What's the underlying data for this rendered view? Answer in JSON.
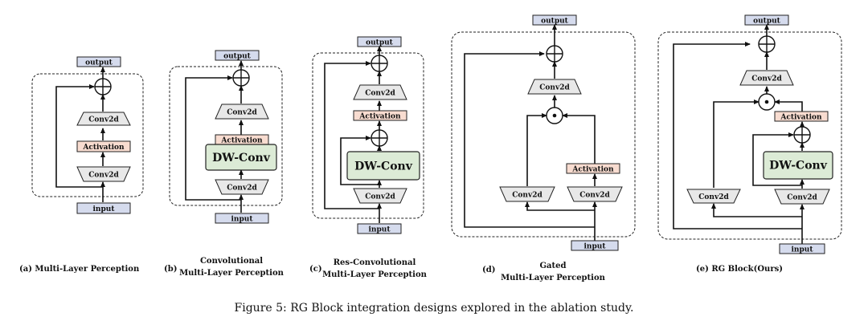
{
  "labels": {
    "output": "output",
    "input": "input",
    "conv2d": "Conv2d",
    "activation": "Activation",
    "dw_conv": "DW-Conv"
  },
  "subcaptions": {
    "a": "(a) Multi-Layer Perception",
    "b_tag": "(b)",
    "b_line1": "Convolutional",
    "b_line2": "Multi-Layer Perception",
    "c_tag": "(c)",
    "c_line1": "Res-Convolutional",
    "c_line2": "Multi-Layer Perception",
    "d_tag": "(d)",
    "d_line1": "Gated",
    "d_line2": "Multi-Layer Perception",
    "e": "(e) RG Block(Ours)"
  },
  "figure_caption": "Figure 5: RG Block integration designs explored in the ablation study."
}
